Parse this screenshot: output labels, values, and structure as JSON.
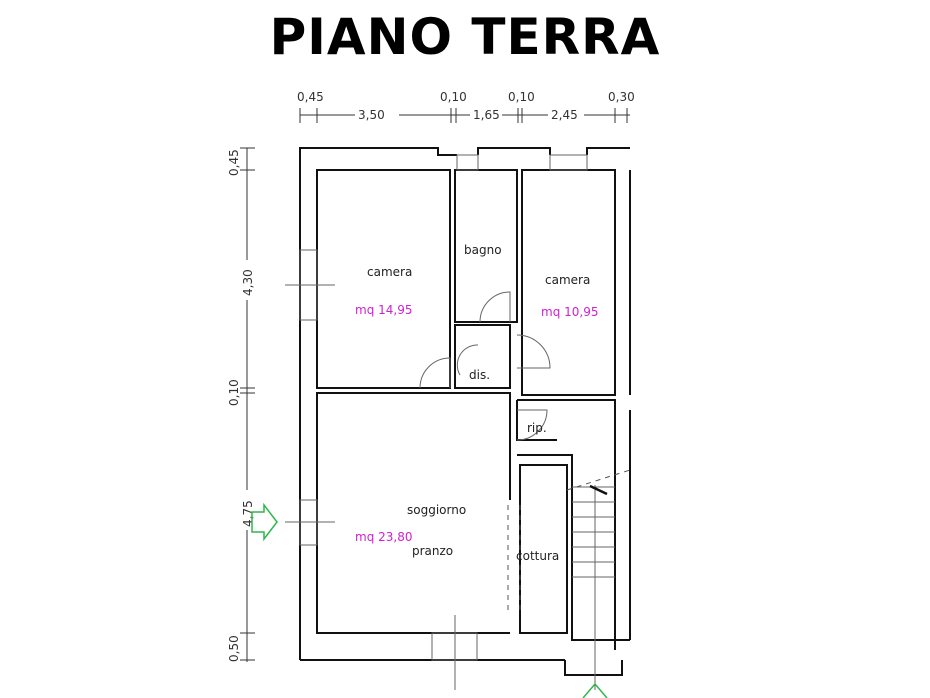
{
  "title": "PIANO TERRA",
  "dimensions": {
    "top": [
      "0,45",
      "3,50",
      "0,10",
      "1,65",
      "0,10",
      "2,45",
      "0,30"
    ],
    "left": [
      "0,45",
      "4,30",
      "0,10",
      "4,75",
      "0,50"
    ]
  },
  "rooms": [
    {
      "name": "camera",
      "area": "mq  14,95"
    },
    {
      "name": "bagno"
    },
    {
      "name": "camera",
      "area": "mq  10,95"
    },
    {
      "name": "dis."
    },
    {
      "name": "rip."
    },
    {
      "name": "soggiorno",
      "area": "mq  23,80",
      "name2": "pranzo"
    },
    {
      "name": "cottura"
    }
  ],
  "colors": {
    "area_text": "#d020d0",
    "entrance_arrow": "#2eb84a"
  }
}
